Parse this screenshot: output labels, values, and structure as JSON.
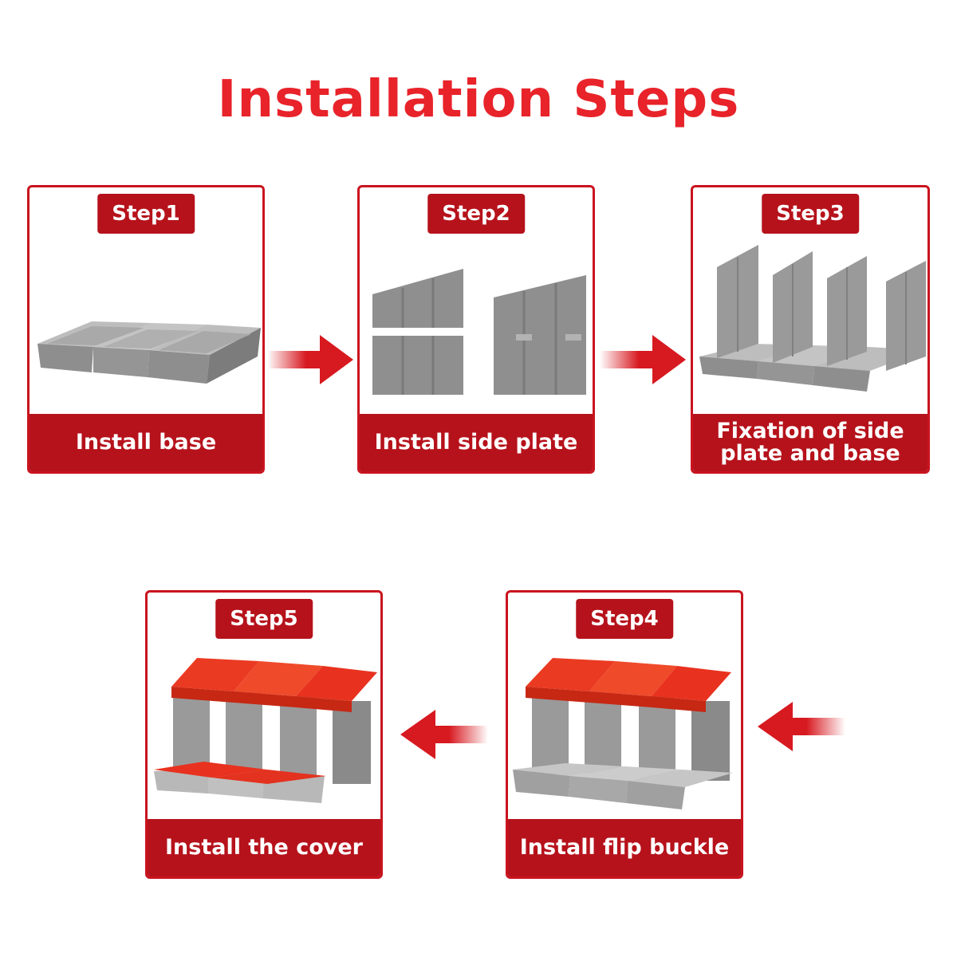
{
  "title": "Installation Steps",
  "steps": [
    {
      "badge": "Step1",
      "caption": "Install base"
    },
    {
      "badge": "Step2",
      "caption": "Install side plate"
    },
    {
      "badge": "Step3",
      "caption": "Fixation of side\nplate and base"
    },
    {
      "badge": "Step4",
      "caption": "Install flip buckle"
    },
    {
      "badge": "Step5",
      "caption": "Install the cover"
    }
  ],
  "colors": {
    "title": "#e8232a",
    "card_border": "#c9141f",
    "label_background": "#b6121b",
    "part_gray": "#9a9a9a",
    "cover_red": "#e8321f"
  }
}
